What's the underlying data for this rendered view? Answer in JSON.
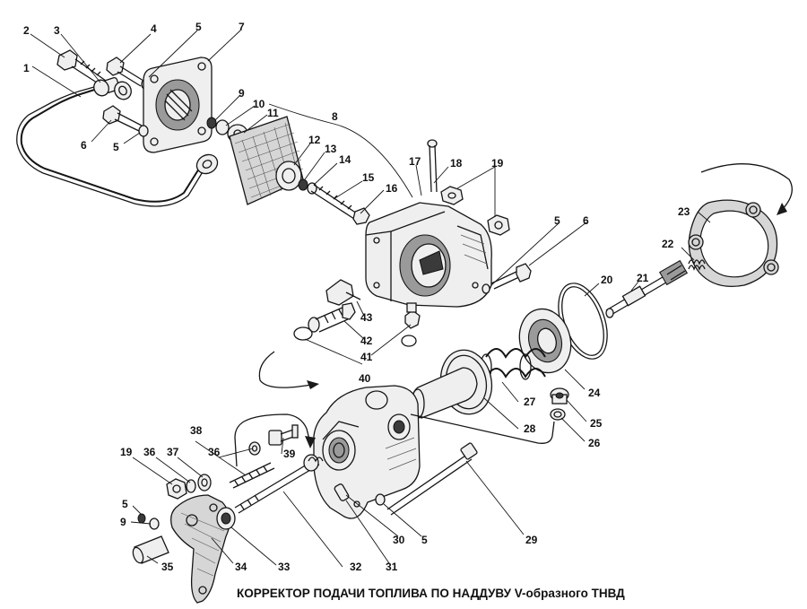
{
  "caption": "КОРРЕКТОР ПОДАЧИ ТОПЛИВА ПО НАДДУВУ V-образного ТНВД",
  "callouts": [
    "1",
    "2",
    "3",
    "4",
    "5",
    "7",
    "9",
    "10",
    "11",
    "8",
    "6",
    "5",
    "12",
    "13",
    "14",
    "15",
    "16",
    "17",
    "18",
    "19",
    "23",
    "22",
    "5",
    "6",
    "21",
    "20",
    "43",
    "42",
    "41",
    "40",
    "24",
    "27",
    "25",
    "28",
    "26",
    "38",
    "36",
    "39",
    "19",
    "36",
    "37",
    "5",
    "9",
    "35",
    "34",
    "33",
    "32",
    "31",
    "30",
    "5",
    "29"
  ]
}
